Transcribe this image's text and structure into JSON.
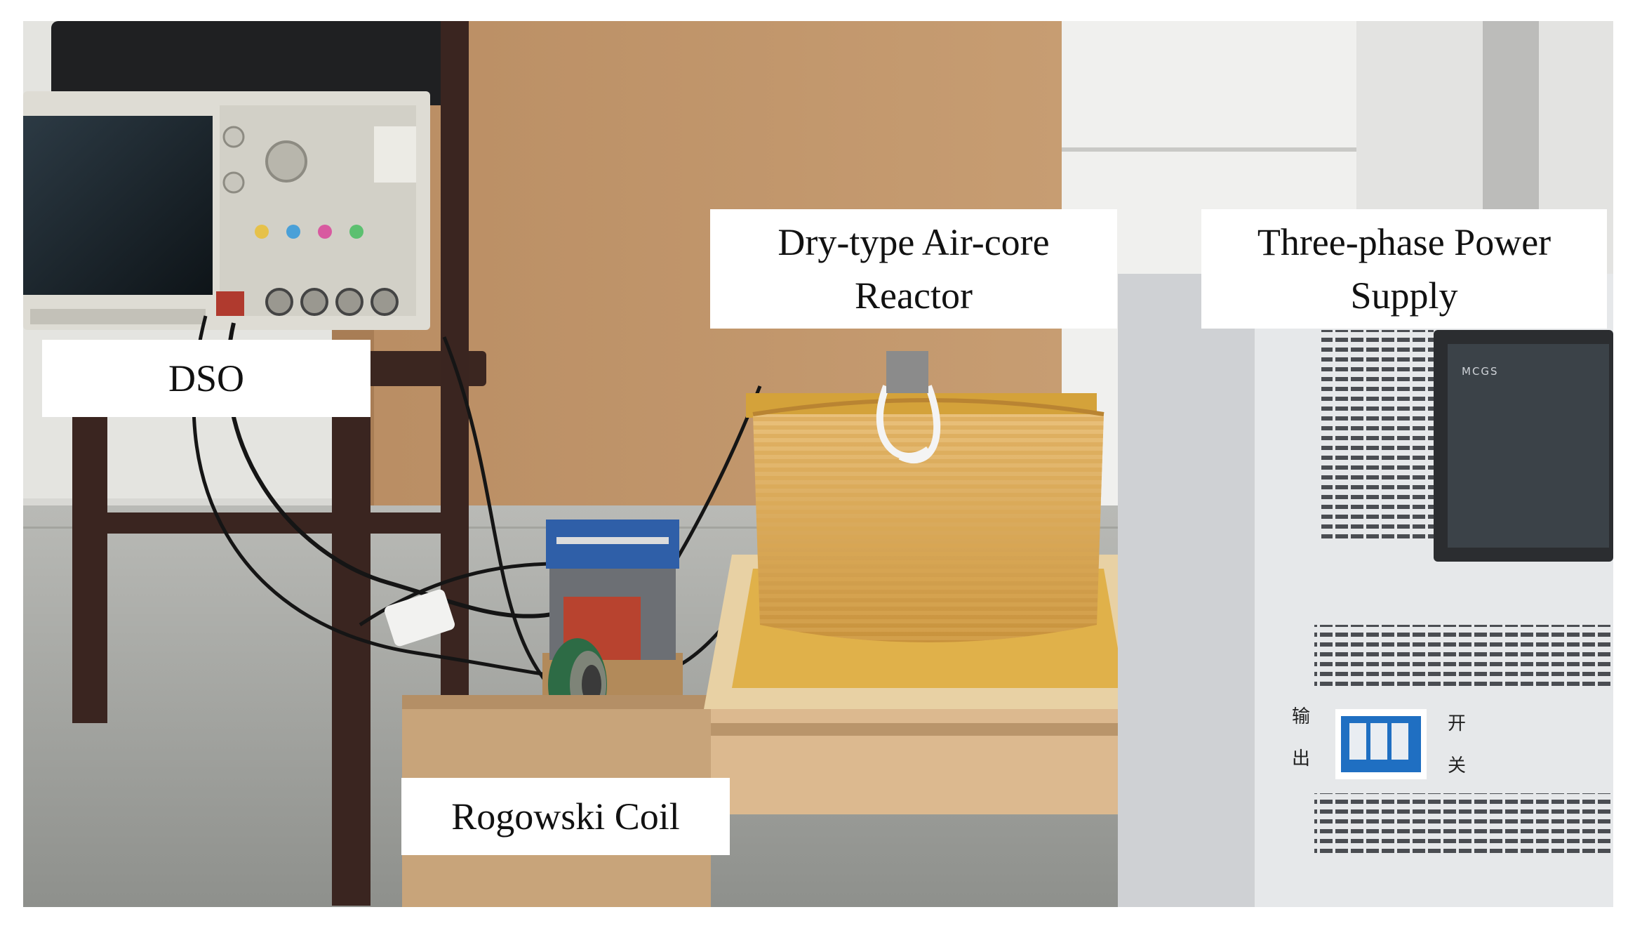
{
  "figure": {
    "labels": {
      "dso": "DSO",
      "reactor": "Dry-type Air-core\nReactor",
      "power_supply": "Three-phase Power\nSupply",
      "rogowski": "Rogowski Coil"
    },
    "panel_marks": {
      "out_top": "输",
      "out_bottom": "出",
      "switch_top": "开",
      "switch_bottom": "关",
      "hmi_brand": "MCGS"
    }
  }
}
